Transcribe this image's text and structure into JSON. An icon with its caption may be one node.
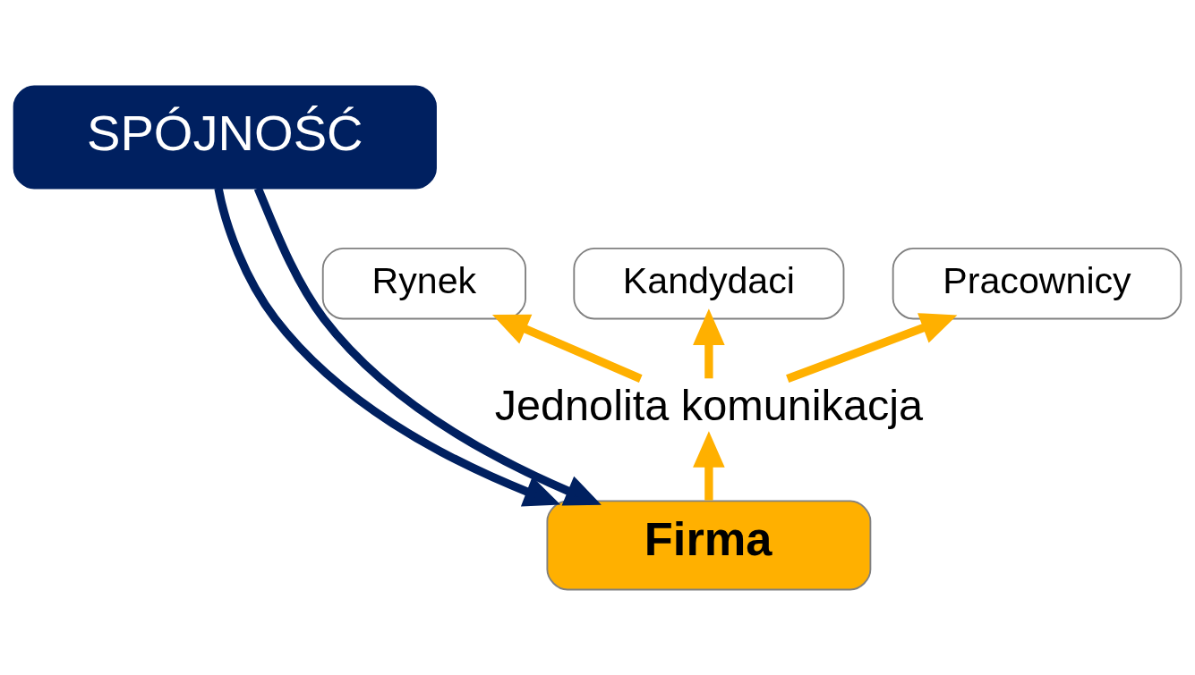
{
  "diagram": {
    "nodes": [
      {
        "text": [
          "SPÓJNOŚĆ"
        ]
      },
      {
        "text": [
          "Rynek"
        ]
      },
      {
        "text": [
          "Kandydaci"
        ]
      },
      {
        "text": [
          "Pracownicy"
        ]
      },
      {
        "text": [
          "Jednolita komunikacja"
        ]
      },
      {
        "text": [
          "Firma"
        ]
      }
    ],
    "edges": [
      {
        "from": 0,
        "to": 5,
        "arrow": "to",
        "color": "#002060"
      },
      {
        "from": 0,
        "to": 5,
        "arrow": "to",
        "color": "#002060"
      },
      {
        "from": 4,
        "to": 1,
        "arrow": "to"
      },
      {
        "from": 4,
        "to": 2,
        "arrow": "to"
      },
      {
        "from": 4,
        "to": 3,
        "arrow": "to"
      },
      {
        "from": 5,
        "to": 4,
        "arrow": "to"
      }
    ]
  }
}
